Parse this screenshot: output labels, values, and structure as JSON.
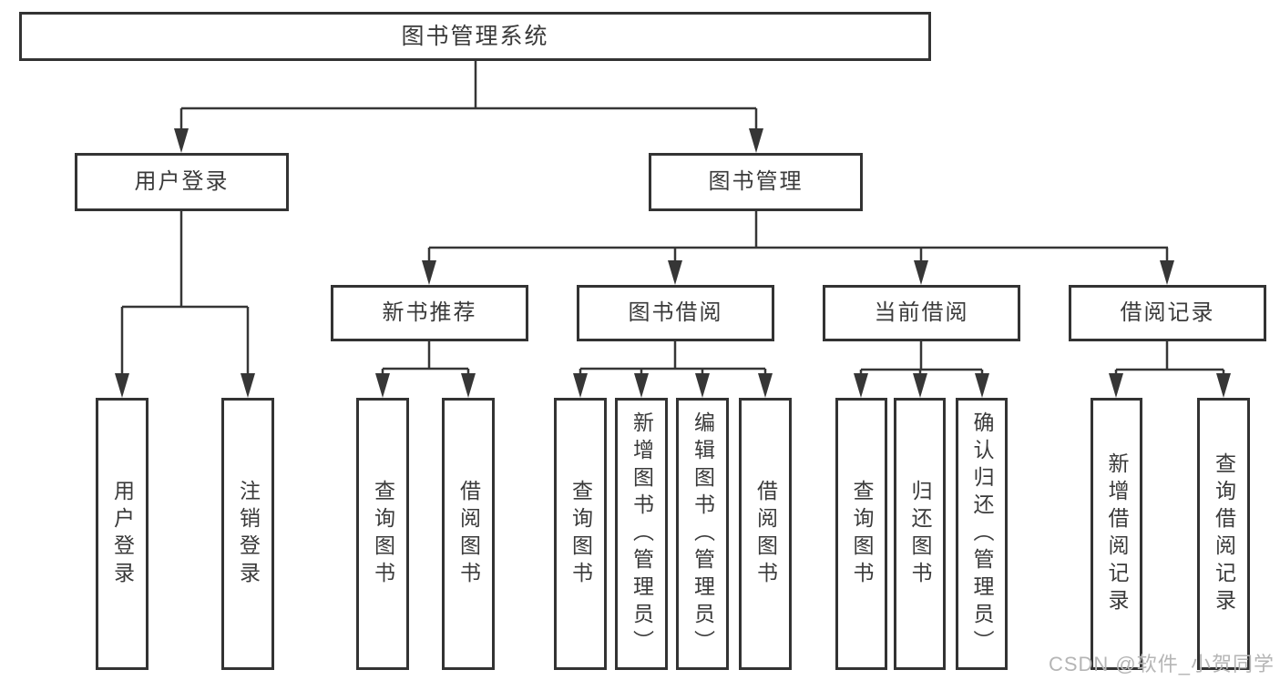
{
  "diagram": {
    "title": "图书管理系统",
    "branches": [
      {
        "label": "用户登录",
        "children": [
          {
            "label": "用户登录"
          },
          {
            "label": "注销登录"
          }
        ]
      },
      {
        "label": "图书管理",
        "children": [
          {
            "label": "新书推荐",
            "children": [
              {
                "label": "查询图书"
              },
              {
                "label": "借阅图书"
              }
            ]
          },
          {
            "label": "图书借阅",
            "children": [
              {
                "label": "查询图书"
              },
              {
                "label": "新增图书（管理员）"
              },
              {
                "label": "编辑图书（管理员）"
              },
              {
                "label": "借阅图书"
              }
            ]
          },
          {
            "label": "当前借阅",
            "children": [
              {
                "label": "查询图书"
              },
              {
                "label": "归还图书"
              },
              {
                "label": "确认归还（管理员）"
              }
            ]
          },
          {
            "label": "借阅记录",
            "children": [
              {
                "label": "新增借阅记录"
              },
              {
                "label": "查询借阅记录"
              }
            ]
          }
        ]
      }
    ]
  },
  "watermark": {
    "text": "CSDN @软件_小贺同学"
  },
  "colors": {
    "line": "#363636",
    "border": "#333333",
    "text": "#3a3a3a",
    "watermark": "#b5b5b5",
    "background": "#ffffff"
  }
}
